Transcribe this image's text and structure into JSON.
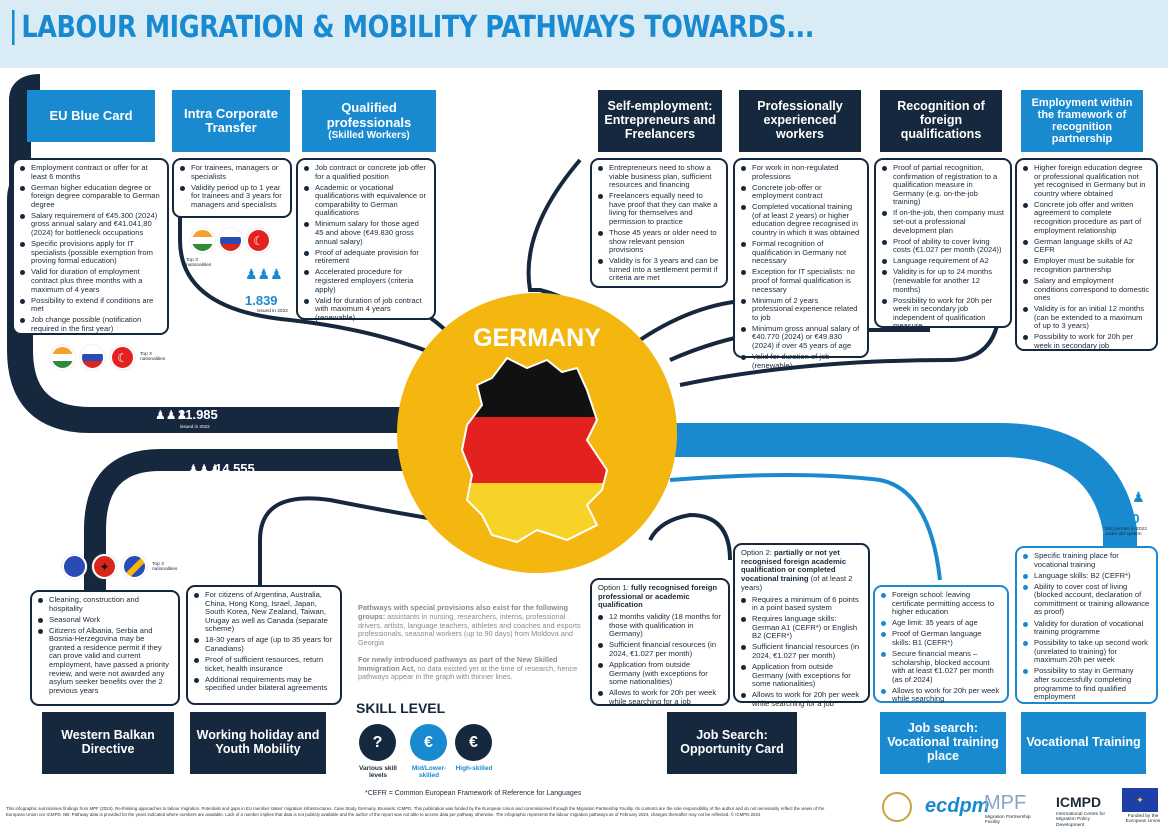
{
  "title": "LABOUR MIGRATION & MOBILITY PATHWAYS TOWARDS...",
  "colors": {
    "navy": "#16283d",
    "blue": "#1a8ad0",
    "yellow": "#f3b70f",
    "light_band": "#d9ecf6"
  },
  "center": {
    "label": "GERMANY"
  },
  "pathways": {
    "eu_blue_card": {
      "title": "EU Blue Card",
      "items": [
        "Employment contract or offer for at least 6 months",
        "German higher education degree or foreign degree comparable to German degree",
        "Salary requirement of €45.300 (2024) gross annual salary and €41.041,80 (2024) for bottleneck occupations",
        "Specific provisions apply for IT specialists (possible exemption from proving formal education)",
        "Valid for duration of employment contract plus three months with a maximum of 4 years",
        "Possibility to extend if conditions are met",
        "Job change possible (notification required in the first year)"
      ]
    },
    "ict": {
      "title": "Intra Corporate Transfer",
      "items": [
        "For trainees, managers or specialists",
        "Validity period up to 1 year for trainees and 3 years for managers and specialists"
      ]
    },
    "qualified": {
      "title": "Qualified professionals",
      "subtitle": "(Skilled Workers)",
      "items": [
        "Job contract or concrete job offer for a qualified position",
        "Academic or vocational qualifications with equivalence or comparability to German qualifications",
        "Minimum salary for those aged 45 and above (€49.830 gross annual salary)",
        "Proof of adequate provision for retirement",
        "Accelerated procedure for registered employers (criteria apply)",
        "Valid for duration of job contract with maximum 4 years (renewable)"
      ]
    },
    "self_employment": {
      "title": "Self-employment: Entrepreneurs and Freelancers",
      "items": [
        "Entrepreneurs need to show a viable business plan, sufficient resources and financing",
        "Freelancers equally need to have proof that they can make a living for themselves and permission to practice",
        "Those 45 years or older need to show relevant pension provisions",
        "Validity is for 3 years and can be turned into a settlement permit if criteria are met"
      ]
    },
    "experienced": {
      "title": "Professionally experienced workers",
      "items": [
        "For work in non-regulated professions",
        "Concrete job-offer or employment contract",
        "Completed vocational training (of at least 2 years) or higher education degree recognised in country in which it was obtained",
        "Formal recognition of qualification in Germany not necessary",
        "Exception for IT specialists: no proof of formal qualification is necessary",
        "Minimum of 2 years professional experience related to job",
        "Minimum gross annual salary of €40.770 (2024) or €49.830 (2024) if over 45 years of age",
        "Valid for duration of job (renewable)"
      ]
    },
    "recognition": {
      "title": "Recognition of foreign qualifications",
      "items": [
        "Proof of partial recognition, confirmation of registration to a qualification measure in Germany (e.g. on-the-job training)",
        "If on-the-job, then company must set-out a professional development plan",
        "Proof of ability to cover living costs (€1.027 per month (2024))",
        "Language requirement of A2",
        "Validity is for up to 24 months (renewable for another 12 months)",
        "Possibility to work for 20h per week in secondary job independent of qualification measure"
      ]
    },
    "partnership": {
      "title": "Employment within the framework of recognition partnership",
      "items": [
        "Higher foreign education degree or professional qualification not yet recognised in Germany but in country where obtained",
        "Concrete job offer and written agreement to complete recognition procedure as part of employment relationship",
        "German language skills of A2 CEFR",
        "Employer must be suitable for recognition partnership",
        "Salary and employment conditions correspond to domestic ones",
        "Validity is for an initial 12 months (can be extended to a maximum of up to 3 years)",
        "Possibility to work for 20h per week in secondary job"
      ]
    },
    "western_balkan": {
      "title": "Western Balkan Directive",
      "items": [
        "Cleaning, construction and hospitality",
        "Seasonal Work",
        "Citizens of Albania, Serbia and Bosnia-Herzegovina may be granted a residence permit if they can prove valid and current employment, have passed a priority review, and were not awarded any asylum seeker benefits over the 2 previous years"
      ]
    },
    "working_holiday": {
      "title": "Working holiday and Youth Mobility",
      "items": [
        "For citizens of Argentina, Australia, China, Hong Kong, Israel, Japan, South Korea, New Zealand, Taiwan, Urugay as well as Canada (separate scheme)",
        "18-30 years of age (up to 35 years for Canadians)",
        "Proof of sufficient resources, return ticket, health insurance",
        "Additional requirements may be specified under bilateral agreements"
      ]
    },
    "job_search": {
      "title": "Job Search: Opportunity Card",
      "option1_label": "Option 1:",
      "option1": "fully recognised foreign professional or academic qualification",
      "option1_items": [
        "12 months validity (18 months for those with qualification in Germany)",
        "Sufficient financial resources (in 2024, €1.027 per month)",
        "Application from outside Germany (with exceptions for some nationalities)",
        "Allows to work for 20h per week while searching for a job"
      ],
      "option2_label": "Option 2:",
      "option2": "partially or not yet recognised foreign academic qualification or completed vocational training",
      "option2_tail": "(of at least 2 years)",
      "option2_items": [
        "Requires a minimum of 6 points in a point based system",
        "Requires language skills: German A1 (CEFR*) or English B2 (CEFR*)",
        "Sufficient financial resources (in 2024, €1.027 per month)",
        "Application from outside Germany (with exceptions for some nationalities)",
        "Allows to work for 20h per week while searching for a job"
      ]
    },
    "vocational_place": {
      "title": "Job search: Vocational training place",
      "items": [
        "Foreign school: leaving certificate permitting access to higher education",
        "Age limit: 35 years of age",
        "Proof of German language skills: B1 (CEFR*)",
        "Secure financial means – scholarship, blocked account with at least €1.027 per month (as of 2024)",
        "Allows to work for 20h per week while searching"
      ]
    },
    "vocational_training": {
      "title": "Vocational Training",
      "items": [
        "Specific training place for vocational training",
        "Language skills: B2 (CEFR*)",
        "Ability to cover cost of living (blocked account, declaration of committment or training allowance as proof)",
        "Validity for duration of vocational training programme",
        "Possibility to take up second work (unrelated to training) for maximum 20h per week",
        "Possibility to stay in Germany after successfully completing programme to find qualified employment"
      ]
    }
  },
  "stats": {
    "blue_card": {
      "value": "21.985",
      "caption": "issued in 2022"
    },
    "blue_card_first": {
      "value": "14.555",
      "caption": "first permits in 2022"
    },
    "ict": {
      "value": "1.839",
      "caption": "issued in 2022"
    },
    "vocational": {
      "value": "9.260",
      "caption": "first permits in 2022 under old system"
    },
    "top3": "Top 3 nationalities"
  },
  "notes": {
    "special_lead": "Pathways with special provisions also exist for the following groups:",
    "special_body": "assistants in nursing, researchers, interns, professional drivers, artists, language teachers, athletes and coaches and esports professionals, seasonal workers (up to 90 days) from Moldova and Georgia",
    "new_lead": "For newly introduced pathways as part of the New Skilled Immigration Act,",
    "new_body": "no data existed yet at the time of research, hence pathways appear in the graph with thinner lines."
  },
  "skill_level": {
    "title": "SKILL LEVEL",
    "various": "Various skill levels",
    "mid": "Mid/Lower-skilled",
    "high": "High-skilled"
  },
  "cefr_note": "*CEFR = Common European Framework of Reference for Languages",
  "footer": "This infographic summarises findings from MPF (2024). Re-thinking approaches to labour migration. Potentials and gaps in EU member states' migration infrastructures. Case Study Germany. Brussels: ICMPD. This publication was funded by the European Union and commissioned through the Migration Partnership Facility. Its contents are the sole responsibility of the author and do not necessarily reflect the views of the European Union nor ICMPD. NB: Pathway data is provided for the years indicated where numbers are available. Lack of a number implies that data is not publicly available and the author of the report was not able to access data per pathway otherwise. The infographic represents the labour migration pathways as of February 2024, changes thereafter may not be reflected. © ICMPD 2024",
  "logos": {
    "ecdpm": "ecdpm",
    "mpf": "MPF",
    "mpf_sub": "Migration Partnership Facility",
    "icmpd": "ICMPD",
    "icmpd_sub": "International Centre for Migration Policy Development",
    "eu": "Funded by the European Union"
  }
}
